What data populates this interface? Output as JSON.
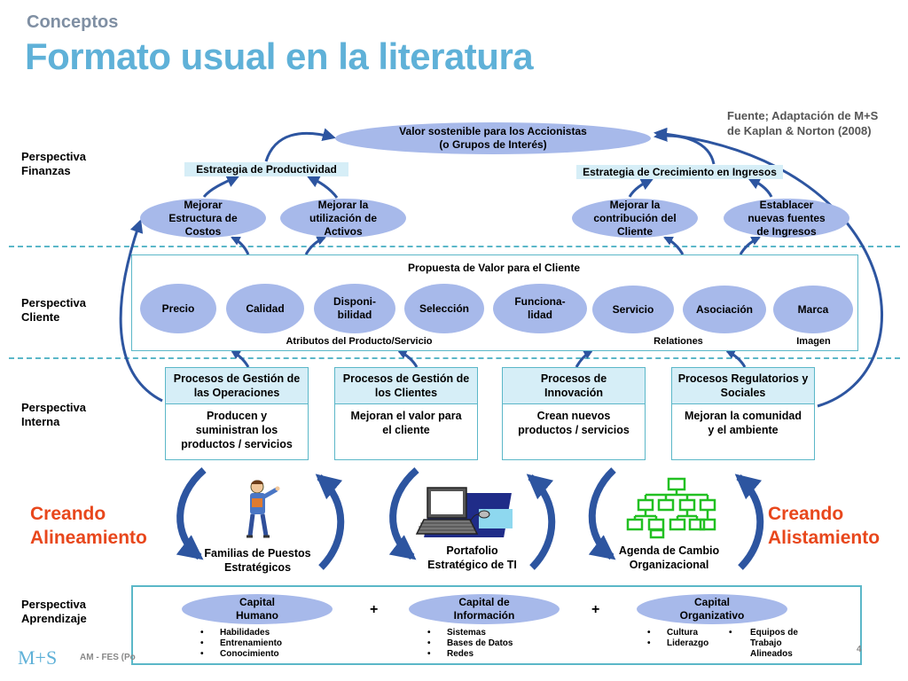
{
  "header": {
    "subtitle": "Conceptos",
    "title": "Formato usual en la literatura"
  },
  "source": "Fuente; Adaptación de M+S\nde Kaplan & Norton (2008)",
  "perspectives": {
    "finance": "Perspectiva\nFinanzas",
    "customer": "Perspectiva\nCliente",
    "internal": "Perspectiva\nInterna",
    "learning": "Perspectiva\nAprendizaje"
  },
  "finance": {
    "top_goal": "Valor sostenible para los Accionistas\n(o Grupos de Interés)",
    "productivity_strategy": "Estrategia de Productividad",
    "growth_strategy": "Estrategia de Crecimiento en Ingresos",
    "objectives": [
      "Mejorar\nEstructura de\nCostos",
      "Mejorar la\nutilización de\nActivos",
      "Mejorar la\ncontribución del\nCliente",
      "Establacer\nnuevas fuentes\nde Ingresos"
    ]
  },
  "customer": {
    "value_prop_title": "Propuesta de Valor para el Cliente",
    "attributes": [
      "Precio",
      "Calidad",
      "Disponi-\nbilidad",
      "Selección",
      "Funciona-\nlidad",
      "Servicio",
      "Asociación",
      "Marca"
    ],
    "group_labels": {
      "product": "Atributos del Producto/Servicio",
      "relations": "Relationes",
      "image": "Imagen"
    }
  },
  "internal": {
    "processes": [
      {
        "title": "Procesos de Gestión de\nlas Operaciones",
        "desc": "Producen y\nsuministran los\nproductos / servicios"
      },
      {
        "title": "Procesos de Gestión de\nlos Clientes",
        "desc": "Mejoran el valor para\nel cliente"
      },
      {
        "title": "Procesos de\nInnovación",
        "desc": "Crean nuevos\nproductos / servicios"
      },
      {
        "title": "Procesos Regulatorios y\nSociales",
        "desc": "Mejoran la comunidad\ny el ambiente"
      }
    ]
  },
  "alignment": {
    "left_label": "Creando\nAlineamiento",
    "right_label": "Creando\nAlistamiento",
    "captions": [
      "Familias de Puestos\nEstratégicos",
      "Portafolio\nEstratégico de TI",
      "Agenda de Cambio\nOrganizacional"
    ]
  },
  "learning": {
    "capitals": [
      "Capital\nHumano",
      "Capital de\nInformación",
      "Capital\nOrganizativo"
    ],
    "plus": "+",
    "human_items": [
      "Habilidades",
      "Entrenamiento",
      "Conocimiento"
    ],
    "info_items": [
      "Sistemas",
      "Bases de Datos",
      "Redes"
    ],
    "org_items_a": [
      "Cultura",
      "Liderazgo"
    ],
    "org_items_b": [
      "Equipos de\nTrabajo\nAlineados"
    ]
  },
  "footer": {
    "logo": "M+S",
    "text": "AM - FES (Po",
    "page": "4"
  },
  "colors": {
    "ellipse": "#a7b9ea",
    "band": "#d6eef7",
    "frame": "#5bb7c8",
    "arrow": "#2d55a0",
    "accent_red": "#e8471c",
    "title_blue": "#5fb1d8"
  }
}
